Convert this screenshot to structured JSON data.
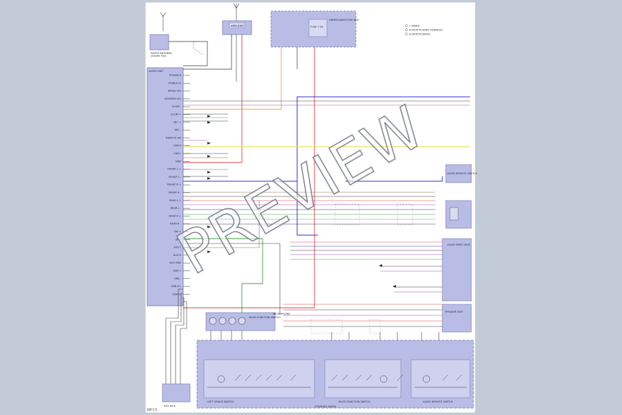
{
  "watermark": {
    "text": "PREVIEW"
  },
  "colors": {
    "background": "#c3ccd6",
    "sheet": "#ffffff",
    "module_fill": "#b9bde6",
    "module_stroke": "#6a6fae",
    "wire_blue": "#2b2bd8",
    "wire_red": "#e23a3a",
    "wire_yellow": "#e7e25a",
    "wire_orange": "#e4a24a",
    "wire_green": "#3aa23a",
    "wire_black": "#333333",
    "wire_gray": "#8a8a8a",
    "wire_violet": "#8a4bbd",
    "wire_brown": "#8b6a3a"
  },
  "legend": {
    "items": [
      "C-WARE",
      "ECM/PCM WIRE HARNESS",
      "ECM/PCM RADIO"
    ]
  },
  "modules": {
    "radio_antenna": {
      "label": "AM/FM ANTENNA",
      "sub": "(SHARK FIN)"
    },
    "amplifier": {
      "label": "AMPLIFIER"
    },
    "fuse_box": {
      "label": "UNDER-DASH FUSE BOX",
      "fuse": "FUSE 7.5A"
    },
    "main_unit": {
      "title": "AUDIO UNIT",
      "pins": [
        "POWER B",
        "POWER IG",
        "SPEED SIG",
        "REVERSE SIG",
        "ILLUM -",
        "ILLUM +",
        "MIC +",
        "MIC -",
        "REMOTE ON",
        "CAN H",
        "CAN L",
        "GND",
        "FRONT L +",
        "FRONT L -",
        "FRONT R +",
        "FRONT R -",
        "REAR L +",
        "REAR L -",
        "REAR R +",
        "REAR R -",
        "SW +",
        "SW -",
        "AUX L",
        "AUX R",
        "AUX GND",
        "USB +",
        "USB -",
        "USB D+",
        "USB D-"
      ]
    },
    "mic": {
      "label": "MICROPHONE"
    },
    "speaker_panel": {
      "label": "MULTI-FUNCTION SWITCH"
    },
    "right_box_1": {
      "label": "AUDIO REMOTE SWITCH"
    },
    "right_box_2": {
      "label": "AUDIO INPUT JACK"
    },
    "right_box_3": {
      "label": "SPEAKER UNIT"
    },
    "bottom_left": {
      "label": "AUX JACK"
    },
    "steering": {
      "title": "STEERING WHEEL",
      "left_label": "LEFT CRUISE SWITCH",
      "mid_label": "MULTI-FUNCTION SWITCH",
      "right_label": "AUDIO REMOTE SWITCH"
    },
    "page_id": "BPF171"
  }
}
